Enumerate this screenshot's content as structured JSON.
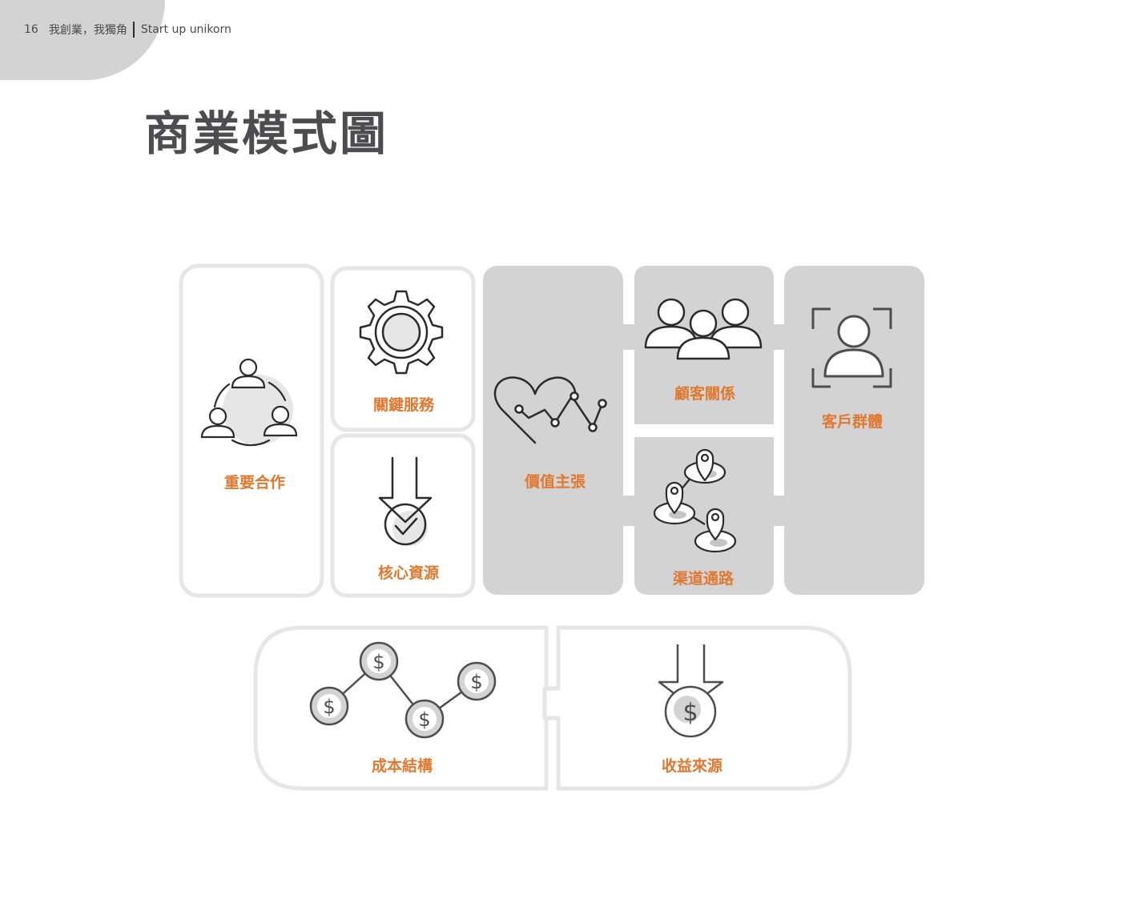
{
  "header": {
    "page_number": "16",
    "book_title": "我創業，我獨角",
    "book_subtitle": "Start up unikorn"
  },
  "page_title": "商業模式圖",
  "canvas": {
    "key_partners": "重要合作",
    "key_activities": "關鍵服務",
    "key_resources": "核心資源",
    "value_propositions": "價值主張",
    "customer_relationships": "顧客關係",
    "channels": "渠道通路",
    "customer_segments": "客戶群體",
    "cost_structure": "成本結構",
    "revenue_streams": "收益來源"
  },
  "colors": {
    "accent": "#e0782f",
    "panel_gray": "#d3d3d4",
    "outline_gray": "#e6e6e6",
    "icon_stroke": "#2b2b2b",
    "corner_gray": "#d3d3d4"
  },
  "icons": {
    "key_partners": "partners-network-icon",
    "key_activities": "gear-icon",
    "key_resources": "resource-check-icon",
    "value_propositions": "heart-pulse-icon",
    "customer_relationships": "customer-group-icon",
    "channels": "location-pins-icon",
    "customer_segments": "customer-focus-icon",
    "cost_structure": "cost-dollar-network-icon",
    "revenue_streams": "revenue-dollar-icon"
  }
}
